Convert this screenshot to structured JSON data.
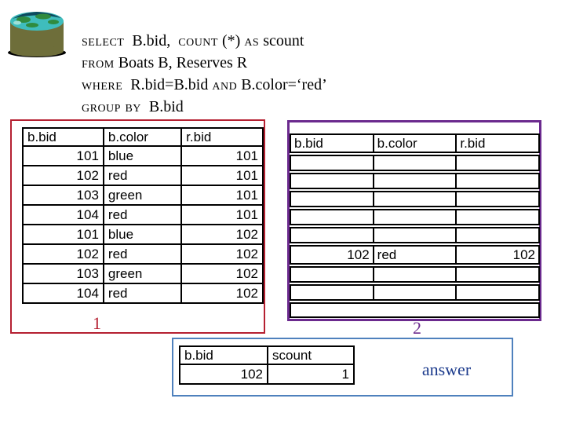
{
  "sql": {
    "lines": [
      {
        "parts": [
          {
            "text": "select",
            "kw": true
          },
          {
            "text": "  B.bid,  ",
            "kw": false
          },
          {
            "text": "count",
            "kw": true
          },
          {
            "text": " (*) ",
            "kw": false
          },
          {
            "text": "as",
            "kw": true
          },
          {
            "text": " scount",
            "kw": false
          }
        ]
      },
      {
        "parts": [
          {
            "text": "from",
            "kw": true
          },
          {
            "text": " Boats B, Reserves R",
            "kw": false
          }
        ]
      },
      {
        "parts": [
          {
            "text": "where",
            "kw": true
          },
          {
            "text": "  R.bid=B.bid ",
            "kw": false
          },
          {
            "text": "and",
            "kw": true
          },
          {
            "text": " B.color=‘red’",
            "kw": false
          }
        ]
      },
      {
        "parts": [
          {
            "text": "group by",
            "kw": true
          },
          {
            "text": "  B.bid",
            "kw": false
          }
        ]
      }
    ]
  },
  "join_table": {
    "label": "1",
    "headers": [
      "b.bid",
      "b.color",
      "r.bid"
    ],
    "rows": [
      [
        "101",
        "blue",
        "101"
      ],
      [
        "102",
        "red",
        "101"
      ],
      [
        "103",
        "green",
        "101"
      ],
      [
        "104",
        "red",
        "101"
      ],
      [
        "101",
        "blue",
        "102"
      ],
      [
        "102",
        "red",
        "102"
      ],
      [
        "103",
        "green",
        "102"
      ],
      [
        "104",
        "red",
        "102"
      ]
    ]
  },
  "group_table": {
    "label": "2",
    "headers": [
      "b.bid",
      "b.color",
      "r.bid"
    ],
    "empty_rows_before": 5,
    "selected_row": [
      "102",
      "red",
      "102"
    ],
    "empty_rows_after": 2,
    "has_bottom_strip": true
  },
  "answer_table": {
    "label": "answer",
    "headers": [
      "b.bid",
      "scount"
    ],
    "rows": [
      [
        "102",
        "1"
      ]
    ]
  },
  "icons": {
    "database": "database-cylinder-with-globe-top"
  },
  "colors": {
    "join_frame": "#b52031",
    "group_frame": "#6b2a8e",
    "answer_frame": "#4f81bd",
    "answer_text": "#1b3a8c",
    "table_border": "#000000",
    "db_body": "#6e6e3a",
    "db_water": "#3fbdbd",
    "db_land": "#2f8b3f"
  }
}
